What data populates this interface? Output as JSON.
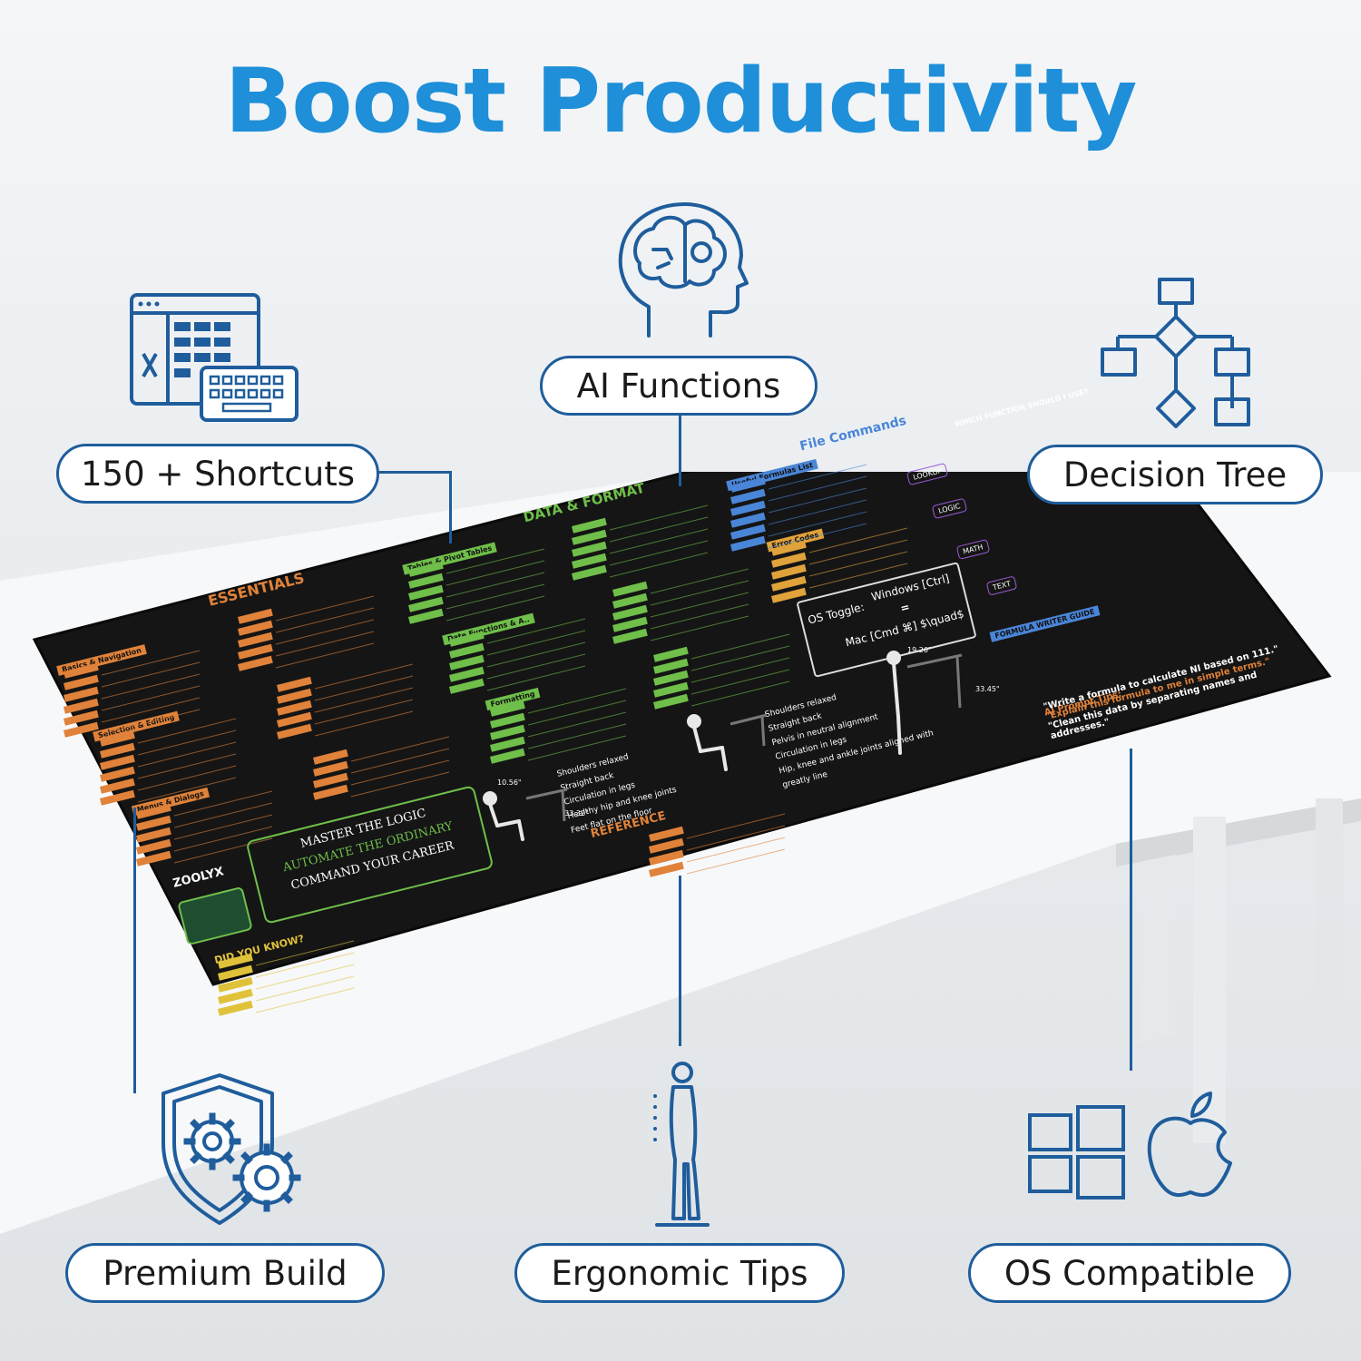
{
  "headline": "Boost Productivity",
  "features": {
    "shortcuts": "150 + Shortcuts",
    "ai": "AI Functions",
    "decision": "Decision Tree",
    "premium": "Premium Build",
    "ergonomic": "Ergonomic Tips",
    "os": "OS Compatible"
  },
  "mat": {
    "sections": {
      "essentials": "ESSENTIALS",
      "data_format": "DATA & FORMAT",
      "file_commands": "File Commands",
      "reference": "REFERENCE",
      "did_you_know": "DID YOU KNOW?",
      "basics": "Basics & Navigation",
      "selection": "Selection & Editing",
      "menus": "Menus & Dialogs",
      "tables": "Tables & Pivot Tables",
      "date_functions": "Date Functions & A..",
      "formatting": "Formatting",
      "useful_formulas": "Useful Formulas List",
      "error_codes": "Error Codes",
      "formula_writer": "FORMULA WRITER GUIDE",
      "ai_prompt": "AI Prompt Tips:"
    },
    "os_toggle": {
      "label": "OS Toggle:",
      "windows": "Windows [Ctrl]",
      "eq": "=",
      "mac": "Mac [Cmd ⌘] $\\quad$"
    },
    "motto": [
      "MASTER THE LOGIC",
      "AUTOMATE THE ORDINARY",
      "COMMAND YOUR CAREER"
    ],
    "brand": "ZOOLYX",
    "decision_q": "WHICH FUNCTION SHOULD I USE?",
    "decision_nodes": [
      "LOOKUP",
      "LOGIC",
      "MATH",
      "TEXT"
    ],
    "ai_tips": [
      "\"Write a formula to calculate NI based on 111.\"",
      "\"Explain this formula to me in simple terms.\"",
      "\"Clean this data by separating names and addresses.\""
    ],
    "posture_a": [
      "Shoulders relaxed",
      "Straight back",
      "Circulation in legs",
      "Healthy hip and knee joints",
      "Feet flat on the floor"
    ],
    "posture_b": [
      "Shoulders relaxed",
      "Straight back",
      "Pelvis in neutral alignment",
      "Circulation in legs",
      "Hip, knee and ankle joints aligned with greatly line"
    ],
    "heights": [
      "10.56\"",
      "33.32\"",
      "19.26\"",
      "33.45\""
    ]
  },
  "colors": {
    "accent": "#1e8fd8",
    "outline": "#1f5d9c",
    "mat": "#141414",
    "orange": "#e0823a",
    "green": "#6fbf4a",
    "blue": "#4a86d8"
  }
}
